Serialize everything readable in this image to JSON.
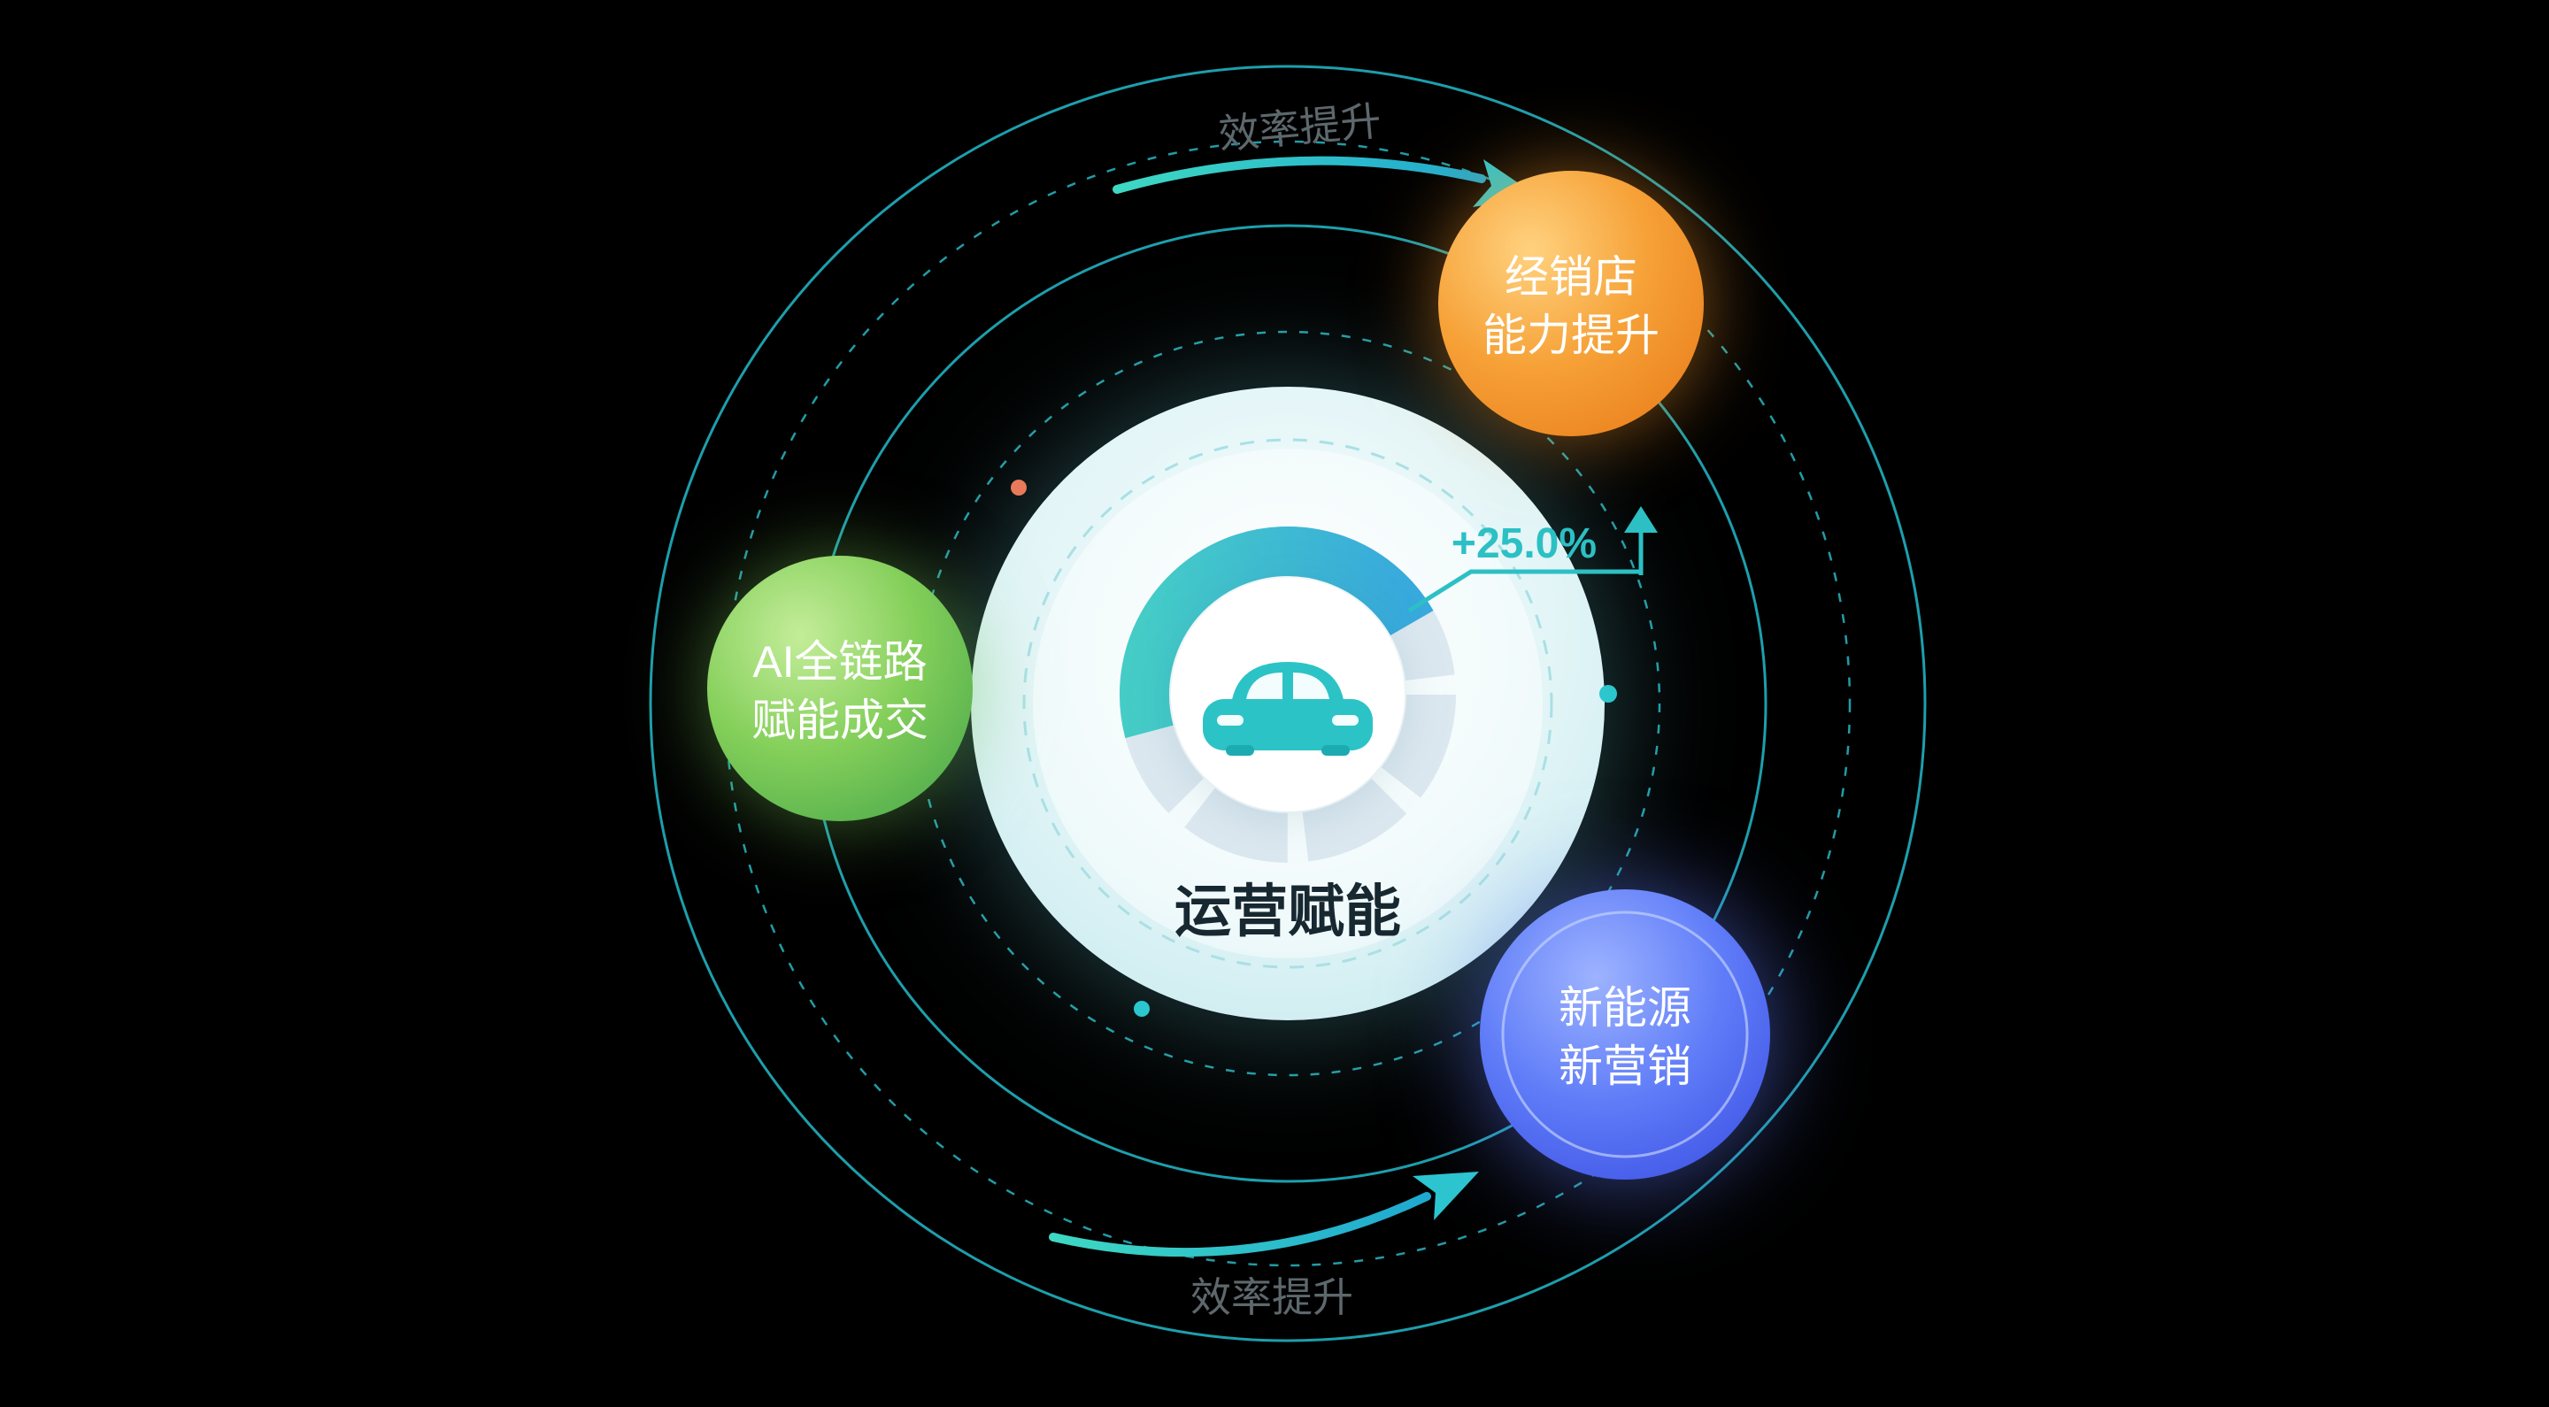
{
  "center": {
    "label": "运营赋能",
    "metric": "+25.0%"
  },
  "bubbles": {
    "dealer": {
      "line1": "经销店",
      "line2": "能力提升"
    },
    "ai": {
      "line1": "AI全链路",
      "line2": "赋能成交"
    },
    "nev": {
      "line1": "新能源",
      "line2": "新营销"
    }
  },
  "orbits": {
    "top_label": "效率提升",
    "bottom_label": "效率提升"
  },
  "icons": {
    "car": "car-icon",
    "up_arrow": "up-arrow-icon",
    "flow_arrow": "curved-flow-arrow-icon"
  },
  "colors": {
    "background": "#000000",
    "teal_accent": "#2cc0c4",
    "ring_teal": "#1fa8b6",
    "orange_bubble": "#f6a137",
    "green_bubble": "#84cf5a",
    "blue_bubble": "#5f7cf8",
    "gauge_track": "#dce8f0",
    "center_text": "#182830",
    "orbit_label_gray": "#5d686d"
  }
}
